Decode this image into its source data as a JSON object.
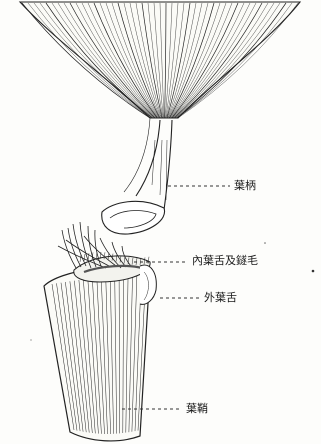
{
  "labels": {
    "petiole": "葉柄",
    "inner_ligule_and_hairs": "內葉舌及鐩毛",
    "outer_ligule": "外葉舌",
    "sheath": "葉鞘"
  }
}
